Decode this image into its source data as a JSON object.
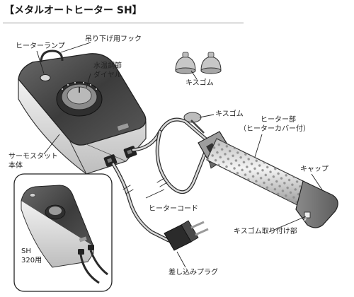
{
  "title": "【メタルオートヒーター SH】",
  "labels": {
    "heater_lamp": "ヒーターランプ",
    "hook": "吊り下げ用フック",
    "dial_line1": "水温調節",
    "dial_line2": "ダイヤル",
    "suction_cups_top": "キスゴム",
    "suction_cup_heater": "キスゴム",
    "heater_part_line1": "ヒーター部",
    "heater_part_line2": "（ヒーターカバー付）",
    "cap": "キャップ",
    "thermostat_line1": "サーモスタット",
    "thermostat_line2": "本体",
    "model_line1": "SH",
    "model_line2": "320用",
    "heater_cord": "ヒーターコード",
    "suction_cup_mount": "キスゴム取り付け部",
    "plug": "差し込みプラグ"
  }
}
